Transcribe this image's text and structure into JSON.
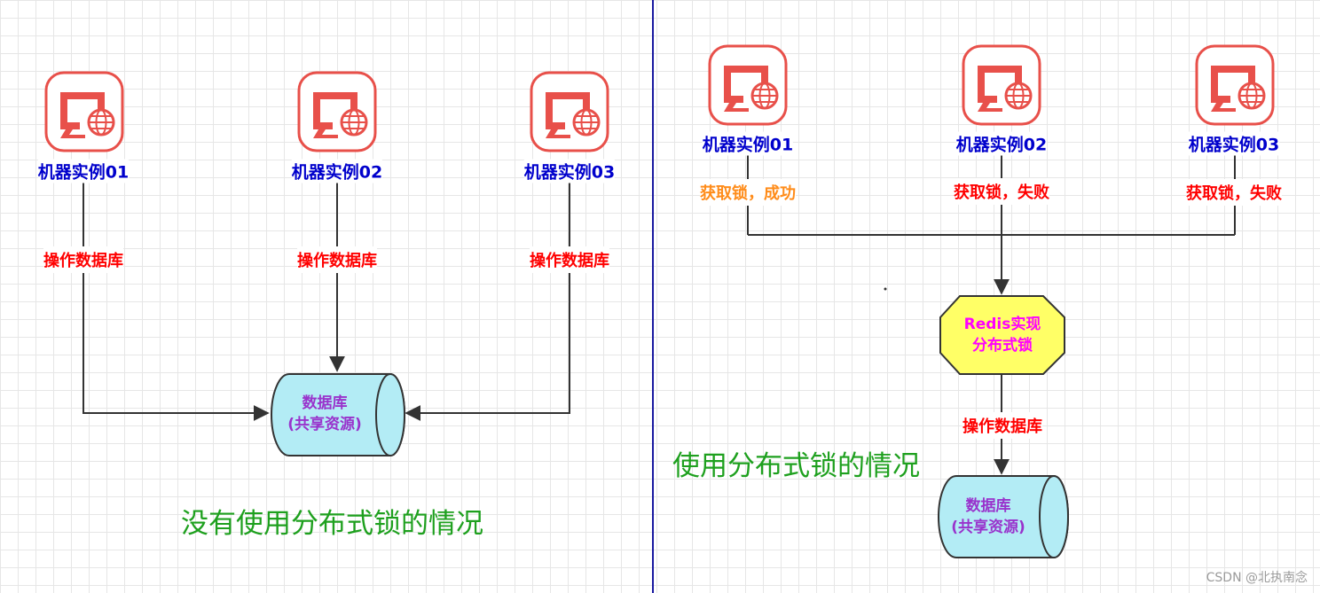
{
  "left_panel": {
    "machines": [
      "机器实例01",
      "机器实例02",
      "机器实例03"
    ],
    "edge_label": "操作数据库",
    "database": {
      "line1": "数据库",
      "line2": "(共享资源)"
    },
    "caption": "没有使用分布式锁的情况"
  },
  "right_panel": {
    "machines": [
      "机器实例01",
      "机器实例02",
      "机器实例03"
    ],
    "lock_results": [
      "获取锁，成功",
      "获取锁，失败",
      "获取锁，失败"
    ],
    "redis": {
      "line1": "Redis实现",
      "line2": "分布式锁"
    },
    "edge_label": "操作数据库",
    "database": {
      "line1": "数据库",
      "line2": "(共享资源)"
    },
    "caption": "使用分布式锁的情况"
  },
  "watermark": "CSDN @北执南念",
  "colors": {
    "icon": "#e8504a",
    "machine_label": "#0000cc",
    "edge_label": "#ff0000",
    "lock_success": "#ff8c1a",
    "database_fill": "#b3ecf5",
    "database_text": "#9933cc",
    "redis_fill": "#ffff66",
    "redis_text": "#ff00ff",
    "caption": "#1ea01e",
    "divider": "#1a1aa0"
  },
  "icons": [
    "computer-web-icon"
  ]
}
